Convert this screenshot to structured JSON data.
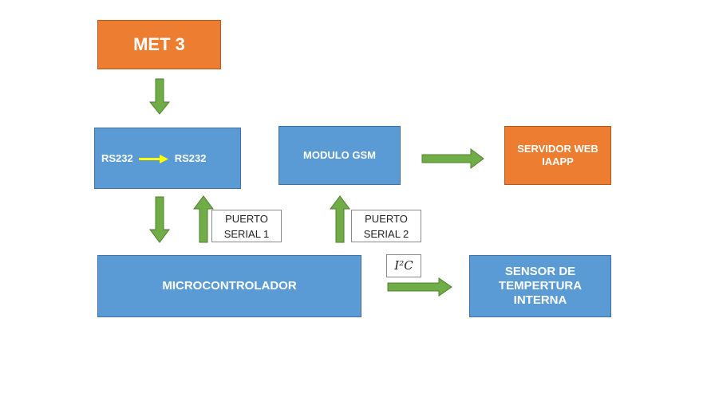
{
  "nodes": {
    "met": "MET 3",
    "rs232_left": "RS232",
    "rs232_right": "RS232",
    "gsm": "MODULO GSM",
    "server_line1": "SERVIDOR WEB",
    "server_line2": "IAAPP",
    "micro": "MICROCONTROLADOR",
    "sensor_line1": "SENSOR DE",
    "sensor_line2": "TEMPERTURA",
    "sensor_line3": "INTERNA"
  },
  "labels": {
    "puerto1_line1": "PUERTO",
    "puerto1_line2": "SERIAL 1",
    "puerto2_line1": "PUERTO",
    "puerto2_line2": "SERIAL 2",
    "i2c": "I²C"
  },
  "colors": {
    "box_blue": "#5b9bd5",
    "box_orange": "#ed7d31",
    "arrow_green": "#70ad47",
    "arrow_yellow": "#ffff00"
  }
}
